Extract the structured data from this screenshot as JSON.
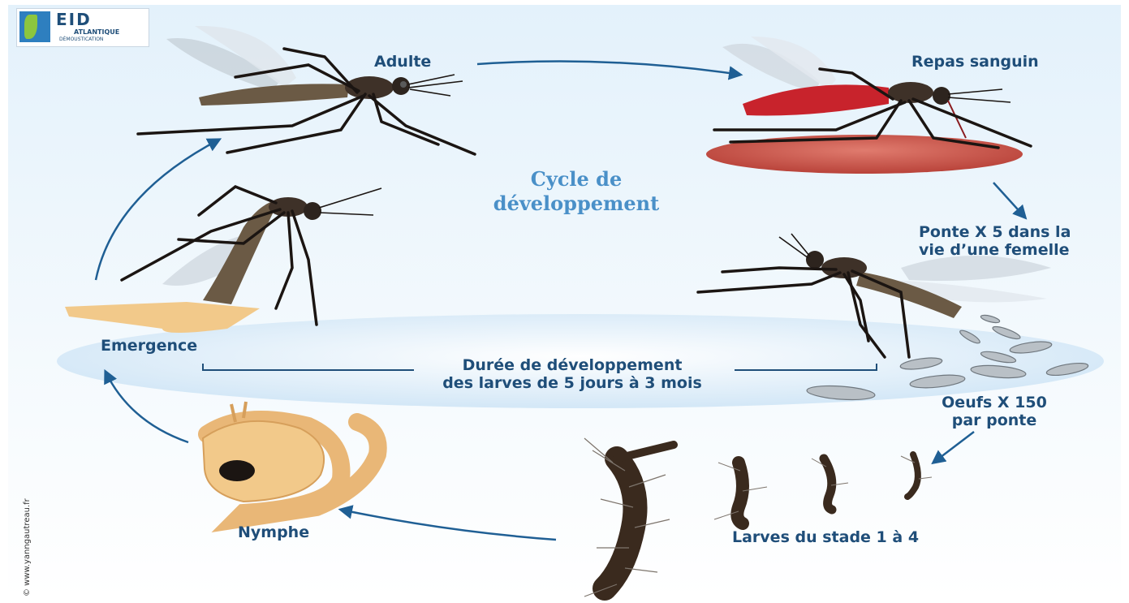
{
  "logo": {
    "name": "EID",
    "sub": "ATLANTIQUE",
    "tagline": "DÉMOUSTICATION"
  },
  "title": {
    "line1": "Cycle de",
    "line2": "développement"
  },
  "stages": {
    "adult": "Adulte",
    "blood_meal": "Repas sanguin",
    "laying_line1": "Ponte X 5 dans la",
    "laying_line2": "vie d’une femelle",
    "eggs_line1": "Oeufs X 150",
    "eggs_line2": "par ponte",
    "larvae": "Larves du stade 1 à 4",
    "pupa": "Nymphe",
    "emergence": "Emergence"
  },
  "duration": {
    "line1": "Durée de développement",
    "line2": "des larves de 5 jours à 3 mois"
  },
  "credit": "© www.yanngautreau.fr",
  "colors": {
    "label": "#1f4e79",
    "title": "#4a90c8",
    "arrow": "#1f5f94",
    "water": "#d4e8f7",
    "blood": "#c8232c",
    "larva": "#3a2a1e",
    "pupa": "#f2c98a"
  }
}
